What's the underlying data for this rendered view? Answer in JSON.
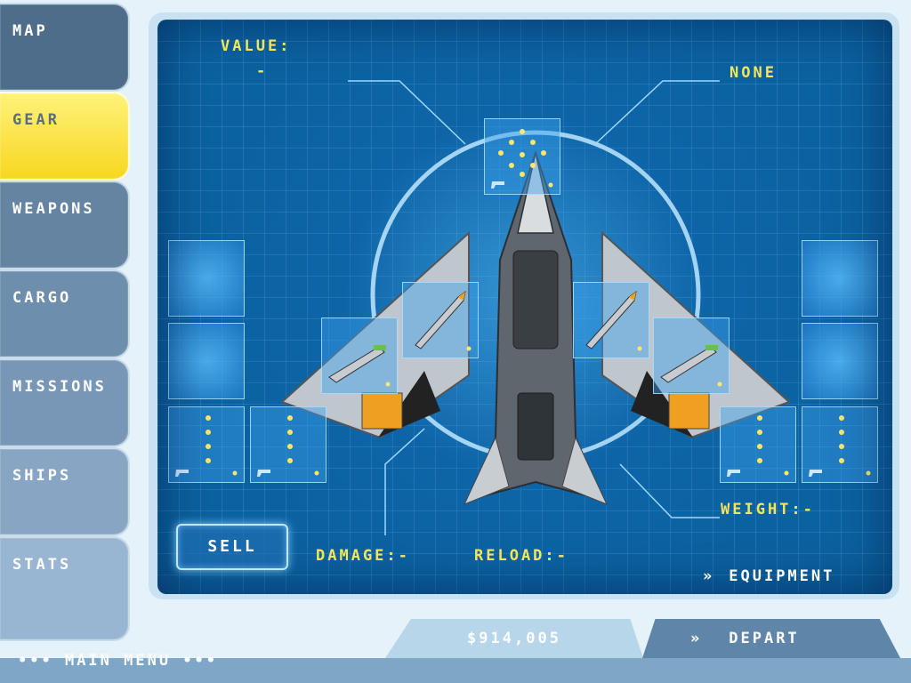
{
  "sidebar": {
    "tabs": [
      {
        "label": "MAP",
        "color": "#4d6d8b"
      },
      {
        "label": "GEAR",
        "color": "#f7d720",
        "active": true
      },
      {
        "label": "WEAPONS",
        "color": "#6584a2"
      },
      {
        "label": "CARGO",
        "color": "#6e8eae"
      },
      {
        "label": "MISSIONS",
        "color": "#7897b6"
      },
      {
        "label": "SHIPS",
        "color": "#88a6c4"
      },
      {
        "label": "STATS",
        "color": "#98b6d2"
      }
    ]
  },
  "info": {
    "value_label": "VALUE:",
    "value": "-",
    "item_name": "NONE",
    "damage_label": "DAMAGE:",
    "damage": "-",
    "reload_label": "RELOAD:",
    "reload": "-",
    "weight_label": "WEIGHT:",
    "weight": "-"
  },
  "buttons": {
    "sell": "SELL",
    "equipment": "EQUIPMENT",
    "depart": "DEPART",
    "main_menu": "MAIN MENU"
  },
  "credits": "$914,005",
  "colors": {
    "accent_yellow": "#f5e55a",
    "grid_blue": "#0b62a0"
  }
}
